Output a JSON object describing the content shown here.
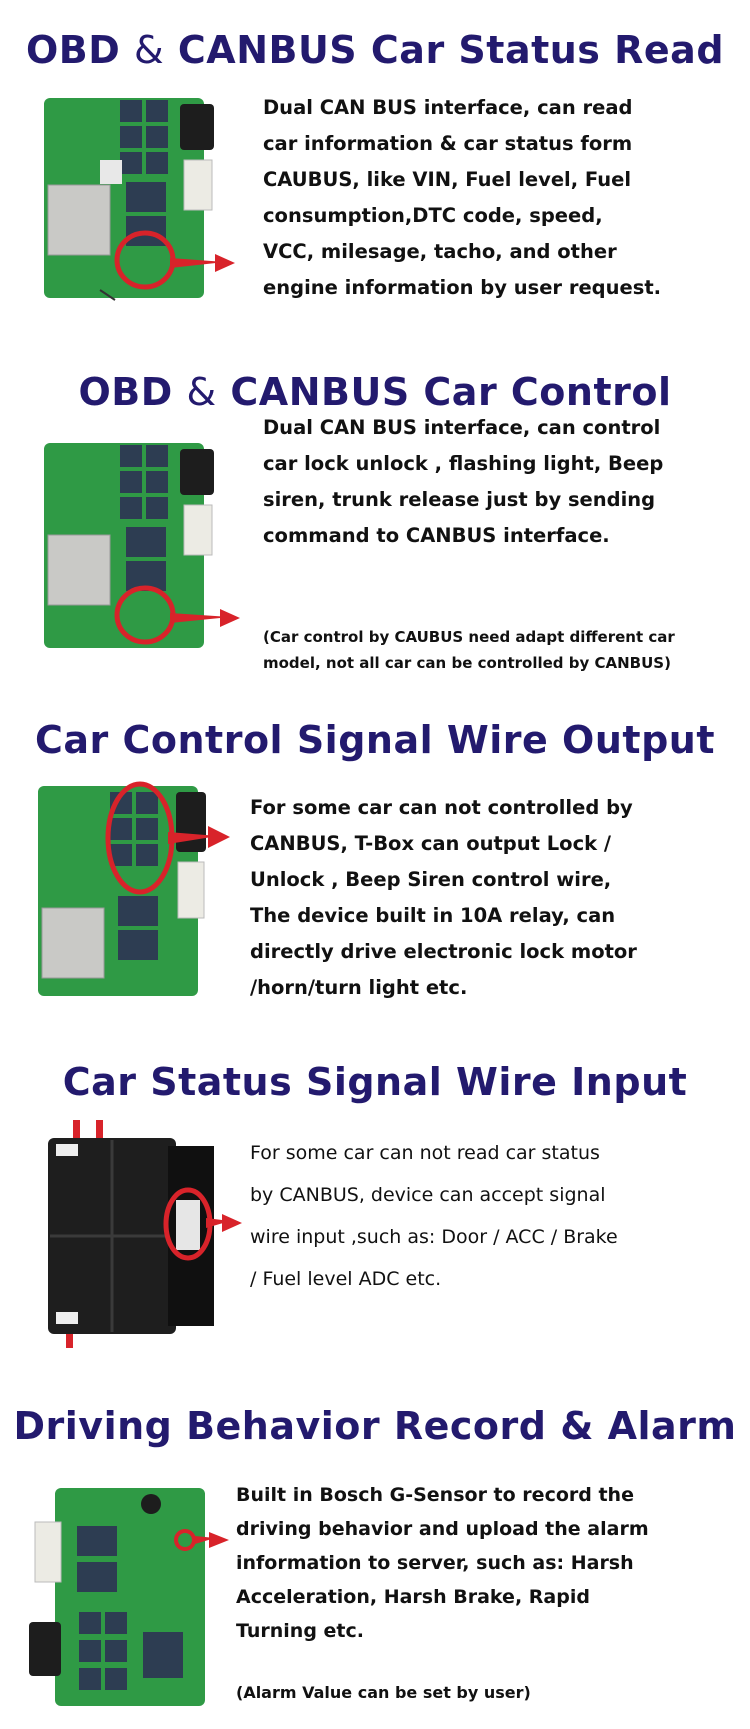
{
  "colors": {
    "title": "#231a6e",
    "highlight": "#d8232a",
    "pcb": "#2f9a45",
    "housing": "#1e1e1e"
  },
  "sections": [
    {
      "title_a": "OBD",
      "title_amp": "&",
      "title_b": "CANBUS Car Status Read",
      "lines": [
        "Dual CAN BUS interface, can read",
        "car information & car status form",
        "CAUBUS, like VIN, Fuel level, Fuel",
        "consumption,DTC code, speed,",
        "VCC, milesage, tacho, and other",
        "engine information by user request."
      ]
    },
    {
      "title_a": "OBD",
      "title_amp": "&",
      "title_b": "CANBUS Car Control",
      "lines": [
        "Dual CAN BUS interface, can control",
        "car lock unlock , flashing light, Beep",
        "siren, trunk release just by sending",
        "command to CANBUS interface."
      ],
      "note_lines": [
        "(Car control by CAUBUS need adapt different car",
        "model, not all car can be controlled by CANBUS)"
      ]
    },
    {
      "title": "Car Control Signal Wire Output",
      "lines": [
        "For some car can not controlled by",
        "CANBUS, T-Box can output Lock /",
        "Unlock , Beep Siren control wire,",
        "The device built in 10A relay, can",
        "directly drive electronic lock motor",
        "/horn/turn light etc."
      ]
    },
    {
      "title": "Car Status Signal Wire Input",
      "lines": [
        "For some car can not read car status",
        "by CANBUS, device can accept signal",
        "wire input ,such as: Door / ACC / Brake",
        "/ Fuel level ADC etc."
      ]
    },
    {
      "title": "Driving Behavior Record & Alarm",
      "lines": [
        "Built in Bosch G-Sensor to record the",
        "driving behavior and upload the alarm",
        "information to server, such as:  Harsh",
        "Acceleration, Harsh Brake, Rapid",
        "Turning etc."
      ],
      "note_lines": [
        "(Alarm Value can be set by user)"
      ]
    }
  ]
}
